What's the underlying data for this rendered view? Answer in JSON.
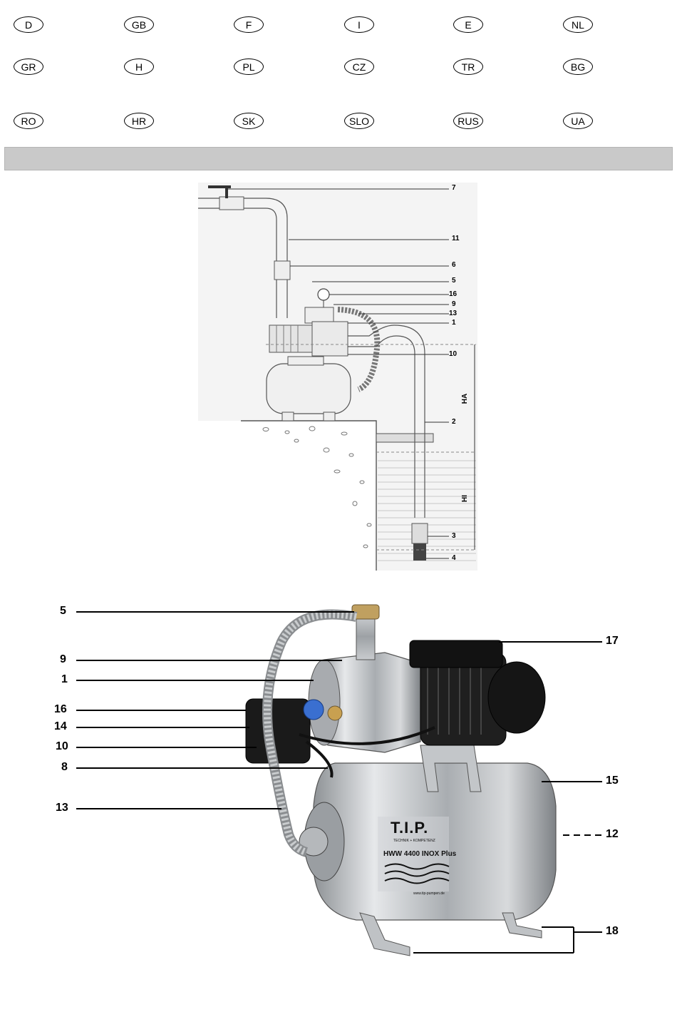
{
  "languages": [
    [
      "D",
      "GB",
      "F",
      "I",
      "E",
      "NL"
    ],
    [
      "GR",
      "H",
      "PL",
      "CZ",
      "TR",
      "BG"
    ],
    [
      "RO",
      "HR",
      "SK",
      "SLO",
      "RUS",
      "UA"
    ]
  ],
  "installation_diagram": {
    "labels": [
      "7",
      "11",
      "6",
      "5",
      "16",
      "9",
      "13",
      "1",
      "10",
      "2",
      "3",
      "4"
    ],
    "height_labels": [
      "HA",
      "HI"
    ]
  },
  "product": {
    "brand": "T.I.P.",
    "tagline": "TECHNIK + KOMPETENZ",
    "model": "HWW 4400 INOX Plus",
    "website": "www.tip-pumpen.de",
    "left_callouts": [
      "5",
      "9",
      "1",
      "16",
      "14",
      "10",
      "8",
      "13"
    ],
    "right_callouts": [
      "17",
      "15",
      "12",
      "18"
    ]
  },
  "colors": {
    "badge_border": "#000000",
    "bar": "#c9c9c9",
    "steel": "#b8bcc0",
    "motor": "#1a1a1a"
  }
}
